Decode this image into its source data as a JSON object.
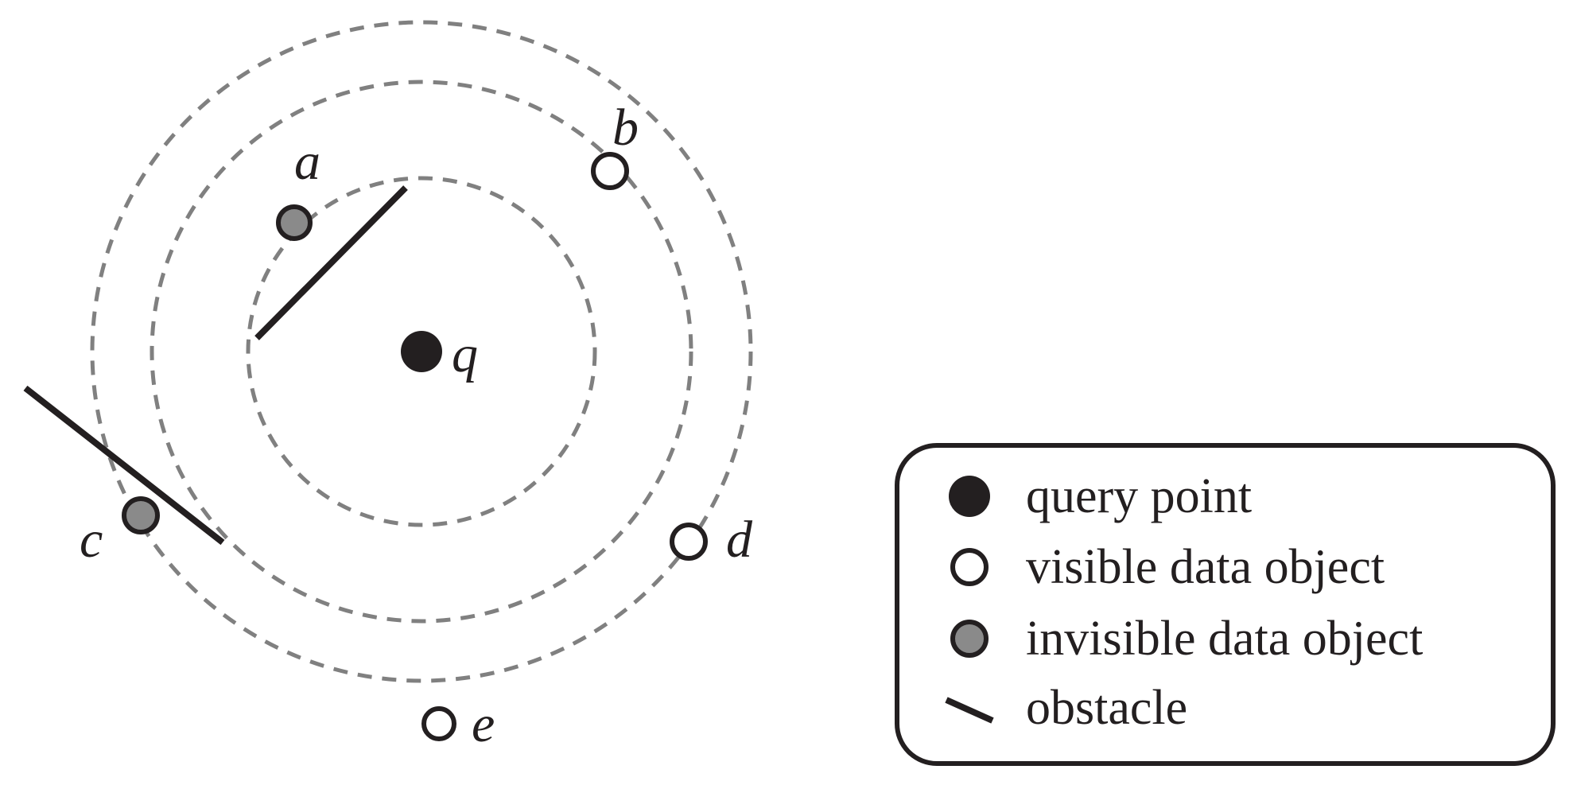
{
  "diagram": {
    "query": {
      "label": "q"
    },
    "objects": [
      {
        "label": "a",
        "kind": "invisible"
      },
      {
        "label": "b",
        "kind": "visible"
      },
      {
        "label": "c",
        "kind": "invisible"
      },
      {
        "label": "d",
        "kind": "visible"
      },
      {
        "label": "e",
        "kind": "visible"
      }
    ],
    "ring_count": 3,
    "obstacle_count": 2
  },
  "legend": {
    "items": [
      {
        "symbol": "query-dot",
        "label": "query point"
      },
      {
        "symbol": "visible-dot",
        "label": "visible data object"
      },
      {
        "symbol": "invisible-dot",
        "label": "invisible data object"
      },
      {
        "symbol": "obstacle-line",
        "label": "obstacle"
      }
    ]
  },
  "colors": {
    "ink": "#231f20",
    "ring": "#808080",
    "invisible_fill": "#8a8a8a",
    "visible_fill": "#ffffff"
  }
}
